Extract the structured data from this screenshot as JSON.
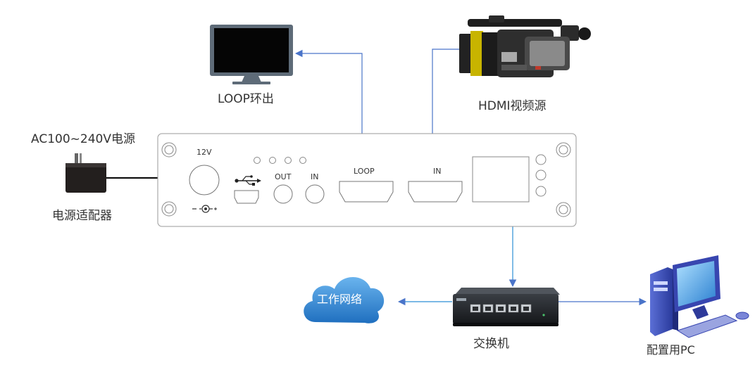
{
  "labels": {
    "loop_out": "LOOP环出",
    "hdmi_source": "HDMI视频源",
    "power_supply": "AC100~240V电源",
    "power_adapter": "电源适配器",
    "work_network": "工作网络",
    "switch": "交换机",
    "config_pc": "配置用PC"
  },
  "panel": {
    "dc_label": "12V",
    "out_label": "OUT",
    "in_label": "IN",
    "loop_label": "LOOP",
    "hdmi_in_label": "IN"
  },
  "colors": {
    "arrow": "#4a74c9",
    "panel_border": "#9a9a9a",
    "cloud": "#3a8fd6",
    "monitor": "#5e6b78"
  },
  "icons": [
    "monitor-icon",
    "camcorder-icon",
    "power-adapter-icon",
    "cloud-icon",
    "network-switch-icon",
    "desktop-pc-icon",
    "usb-icon",
    "dc-polarity-icon"
  ]
}
